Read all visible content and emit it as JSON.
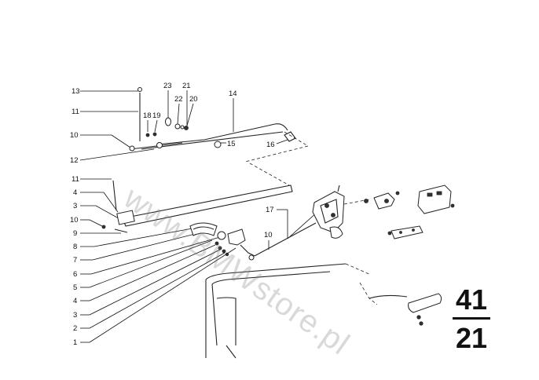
{
  "watermark": "www.BMWstore.pl",
  "group_number": {
    "main": "41",
    "sub": "21"
  },
  "callouts": {
    "c1": "1",
    "c2": "2",
    "c3": "3",
    "c4": "4",
    "c5": "5",
    "c6": "6",
    "c7": "7",
    "c8": "8",
    "c9": "9",
    "c10a": "10",
    "c10b": "10",
    "c10c": "10",
    "c11a": "11",
    "c11b": "11",
    "c12": "12",
    "c13": "13",
    "c14": "14",
    "c15": "15",
    "c16": "16",
    "c17": "17",
    "c18": "18",
    "c19": "19",
    "c20": "20",
    "c21": "21",
    "c22": "22",
    "c23": "23",
    "c3b": "3",
    "c4b": "4"
  }
}
